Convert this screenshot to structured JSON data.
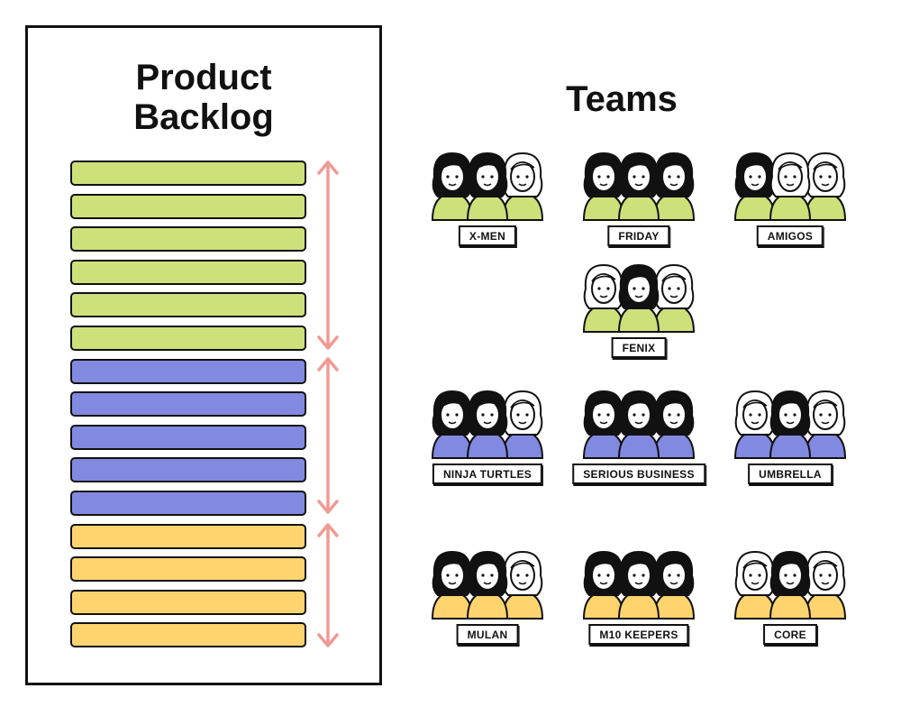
{
  "backlog": {
    "title_line1": "Product",
    "title_line2": "Backlog",
    "items": [
      {
        "color": "#cde07a"
      },
      {
        "color": "#cde07a"
      },
      {
        "color": "#cde07a"
      },
      {
        "color": "#cde07a"
      },
      {
        "color": "#cde07a"
      },
      {
        "color": "#cde07a"
      },
      {
        "color": "#8289e0"
      },
      {
        "color": "#8289e0"
      },
      {
        "color": "#8289e0"
      },
      {
        "color": "#8289e0"
      },
      {
        "color": "#8289e0"
      },
      {
        "color": "#ffd46e"
      },
      {
        "color": "#ffd46e"
      },
      {
        "color": "#ffd46e"
      },
      {
        "color": "#ffd46e"
      }
    ],
    "arrow_color": "#f09a94"
  },
  "teams": {
    "title": "Teams",
    "groups": [
      {
        "color": "#cde07a",
        "members": [
          "X-MEN",
          "FRIDAY",
          "AMIGOS",
          "FENIX"
        ]
      },
      {
        "color": "#8289e0",
        "members": [
          "NINJA TURTLES",
          "SERIOUS BUSINESS",
          "UMBRELLA"
        ]
      },
      {
        "color": "#ffd46e",
        "members": [
          "MULAN",
          "M10 KEEPERS",
          "CORE"
        ]
      }
    ]
  }
}
